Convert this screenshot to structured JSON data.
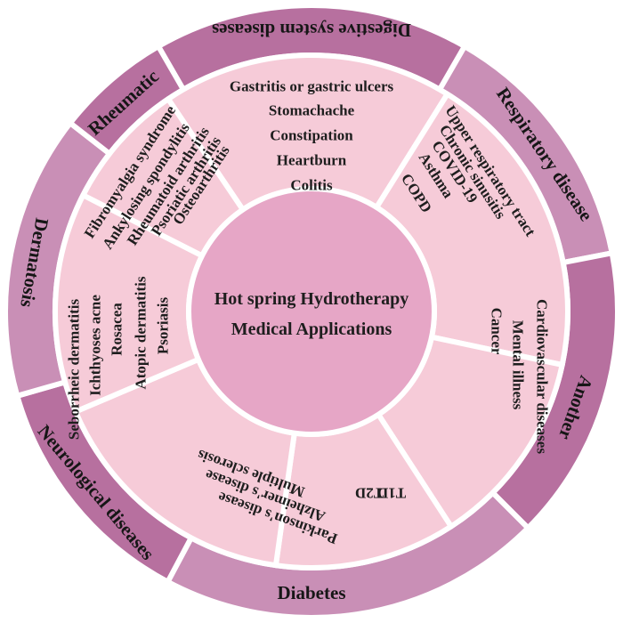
{
  "center": {
    "title_line1": "Hot spring Hydrotherapy",
    "title_line2": "Medical Applications"
  },
  "colors": {
    "outer_ring": "#b7709f",
    "outer_ring_alt": "#c98fb6",
    "inner_sector": "#f6cbd8",
    "center_disc": "#e6a6c6",
    "divider": "#ffffff"
  },
  "categories": [
    {
      "name": "Digestive system diseases",
      "items": [
        "Gastritis or gastric ulcers",
        "Stomachache",
        "Constipation",
        "Heartburn",
        "Colitis"
      ]
    },
    {
      "name": "Respiratory disease",
      "items": [
        "Upper respiratory tract",
        "Chronic sinusitis",
        "COVID-19",
        "Asthma",
        "COPD"
      ]
    },
    {
      "name": "Another",
      "items": [
        "Cardiovascular diseases",
        "Mental illness",
        "Cancer"
      ]
    },
    {
      "name": "Diabetes",
      "items": [
        "T1D",
        "T2D"
      ]
    },
    {
      "name": "Neurological diseases",
      "items": [
        "Parkinson's disease",
        "Alzheimer's disease",
        "Multiple sclerosis"
      ]
    },
    {
      "name": "Dermatosis",
      "items": [
        "Seborrheic dermatitis",
        "Ichthyoses acne",
        "Rosacea",
        "Atopic dermatitis",
        "Psoriasis"
      ]
    },
    {
      "name": "Rheumatic",
      "items": [
        "Fibromyalgia syndrome",
        "Ankylosing spondylitis",
        "Rheumatoid arthritis",
        "Psoriatic arthritis",
        "Osteoarthritis"
      ]
    }
  ]
}
